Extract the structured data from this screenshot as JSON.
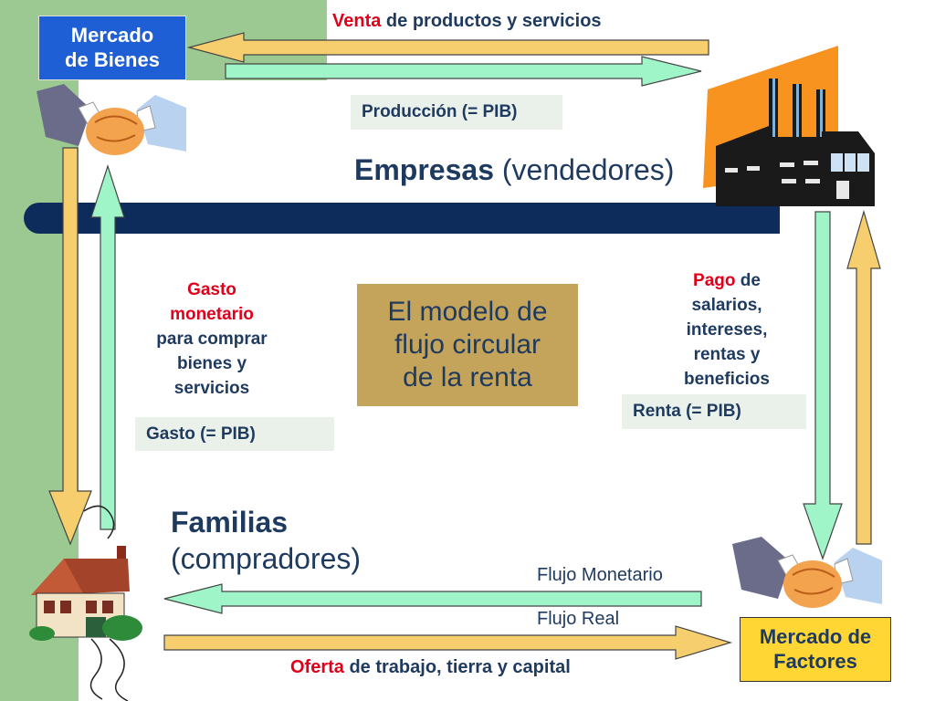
{
  "title_box": {
    "line1": "El modelo de",
    "line2": "flujo circular",
    "line3": "de la renta"
  },
  "market_goods": {
    "line1": "Mercado",
    "line2": "de Bienes"
  },
  "market_factors": {
    "line1": "Mercado de",
    "line2": "Factores"
  },
  "firms": {
    "name": "Empresas",
    "role": "(vendedores)"
  },
  "households": {
    "name": "Familias",
    "role": "(compradores)"
  },
  "top_flow": {
    "highlight": "Venta",
    "rest": " de productos y servicios"
  },
  "production_tag": "Producción (= PIB)",
  "left_flow": {
    "line1": "Gasto",
    "line2": "monetario",
    "line3": "para comprar",
    "line4": "bienes y",
    "line5": "servicios"
  },
  "spending_tag": "Gasto (= PIB)",
  "right_flow": {
    "highlight": "Pago",
    "rest1": " de",
    "line2": "salarios,",
    "line3": "intereses,",
    "line4": "rentas y",
    "line5": "beneficios"
  },
  "income_tag": "Renta (= PIB)",
  "legend": {
    "monetary": "Flujo Monetario",
    "real": "Flujo Real"
  },
  "bottom_flow": {
    "highlight": "Oferta",
    "rest": " de trabajo, tierra y capital"
  },
  "colors": {
    "monetary_arrow": "#9ff5c8",
    "real_arrow": "#f7ce6e",
    "market_goods_bg": "#1f5fd6",
    "market_factors_bg": "#ffd633",
    "title_box_bg": "#c4a35a",
    "navy_bar": "#0d2c5c",
    "left_band": "#9cc991"
  },
  "icons": [
    "handshake-icon",
    "factory-icon",
    "house-icon"
  ]
}
